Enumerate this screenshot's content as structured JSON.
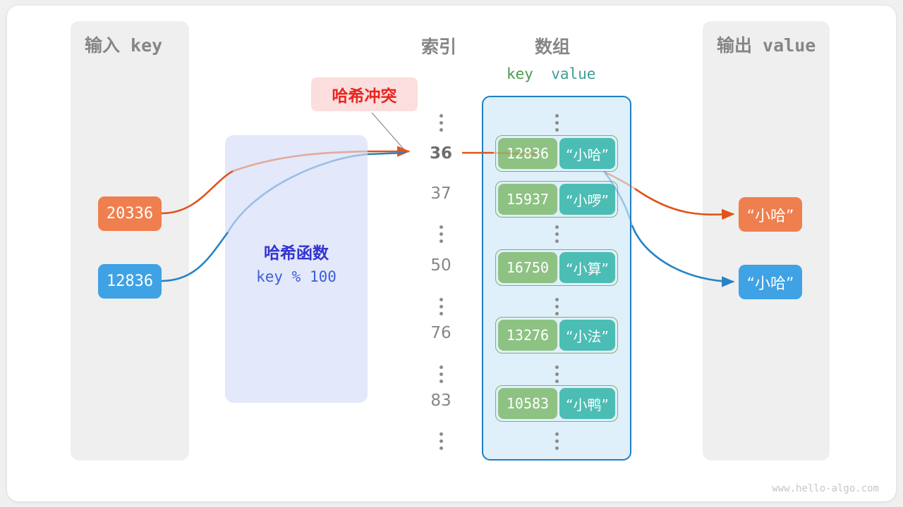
{
  "footer": "www.hello-algo.com",
  "colors": {
    "orange": "#ef7f4e",
    "blue": "#3fa2e4",
    "key_green": "#8dc283",
    "value_teal": "#4bbdb4",
    "array_fill": "#dff0fa",
    "array_border": "#1f7fc4",
    "hash_fill": "#e3e8fa",
    "hash_text": "#3434d0",
    "panel_fill": "#efefef",
    "collision_fill": "#fbdedd",
    "collision_text": "#e8251f"
  },
  "input_panel": {
    "title": "输入 key",
    "keys": [
      {
        "label": "20336",
        "color": "orange"
      },
      {
        "label": "12836",
        "color": "blue"
      }
    ]
  },
  "hash_function": {
    "title": "哈希函数",
    "expression": "key % 100"
  },
  "collision": {
    "label": "哈希冲突"
  },
  "headers": {
    "index": "索引",
    "array": "数组",
    "key": "key",
    "value": "value"
  },
  "index_column": [
    {
      "type": "dots"
    },
    {
      "type": "index",
      "label": "36",
      "highlight": true
    },
    {
      "type": "index",
      "label": "37",
      "highlight": false
    },
    {
      "type": "dots"
    },
    {
      "type": "index",
      "label": "50",
      "highlight": false
    },
    {
      "type": "dots"
    },
    {
      "type": "index",
      "label": "76",
      "highlight": false
    },
    {
      "type": "dots"
    },
    {
      "type": "index",
      "label": "83",
      "highlight": false
    },
    {
      "type": "dots"
    }
  ],
  "buckets": [
    {
      "index": "36",
      "key": "12836",
      "value": "“小哈”"
    },
    {
      "index": "37",
      "key": "15937",
      "value": "“小啰”"
    },
    {
      "index": "50",
      "key": "16750",
      "value": "“小算”"
    },
    {
      "index": "76",
      "key": "13276",
      "value": "“小法”"
    },
    {
      "index": "83",
      "key": "10583",
      "value": "“小鸭”"
    }
  ],
  "output_panel": {
    "title": "输出 value",
    "values": [
      {
        "label": "“小哈”",
        "color": "orange"
      },
      {
        "label": "“小哈”",
        "color": "blue"
      }
    ]
  }
}
